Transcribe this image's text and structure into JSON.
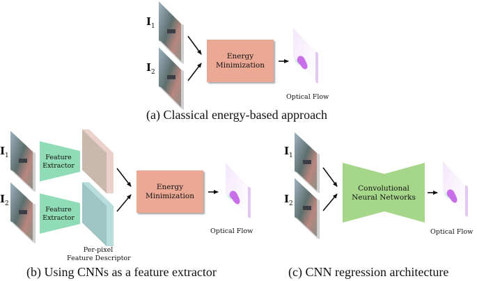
{
  "panels": {
    "a": {
      "input1_label": "I",
      "input1_sub": "1",
      "input2_label": "I",
      "input2_sub": "2",
      "process_box": "Energy Minimization",
      "process_line1": "Energy",
      "process_line2": "Minimization",
      "output_label": "Optical Flow",
      "caption": "(a) Classical energy-based approach"
    },
    "b": {
      "input1_label": "I",
      "input1_sub": "1",
      "input2_label": "I",
      "input2_sub": "2",
      "extractor1_line1": "Feature",
      "extractor1_line2": "Extractor",
      "extractor2_line1": "Feature",
      "extractor2_line2": "Extractor",
      "descriptor_line1": "Per-pixel",
      "descriptor_line2": "Feature Descriptor",
      "process_line1": "Energy",
      "process_line2": "Minimization",
      "output_label": "Optical Flow",
      "caption": "(b) Using CNNs as a feature extractor"
    },
    "c": {
      "input1_label": "I",
      "input1_sub": "1",
      "input2_label": "I",
      "input2_sub": "2",
      "network_line1": "Convolutional",
      "network_line2": "Neural Networks",
      "output_label": "Optical Flow",
      "caption": "(c) CNN regression architecture"
    }
  },
  "colors": {
    "energy_box": "#eba894",
    "feature_extractor": "#8fdcb6",
    "cnn": "#a6d68a",
    "descriptor_1": "#c9b8ac",
    "descriptor_2": "#9ec4c4",
    "flow_blob": "#c86ee8"
  }
}
